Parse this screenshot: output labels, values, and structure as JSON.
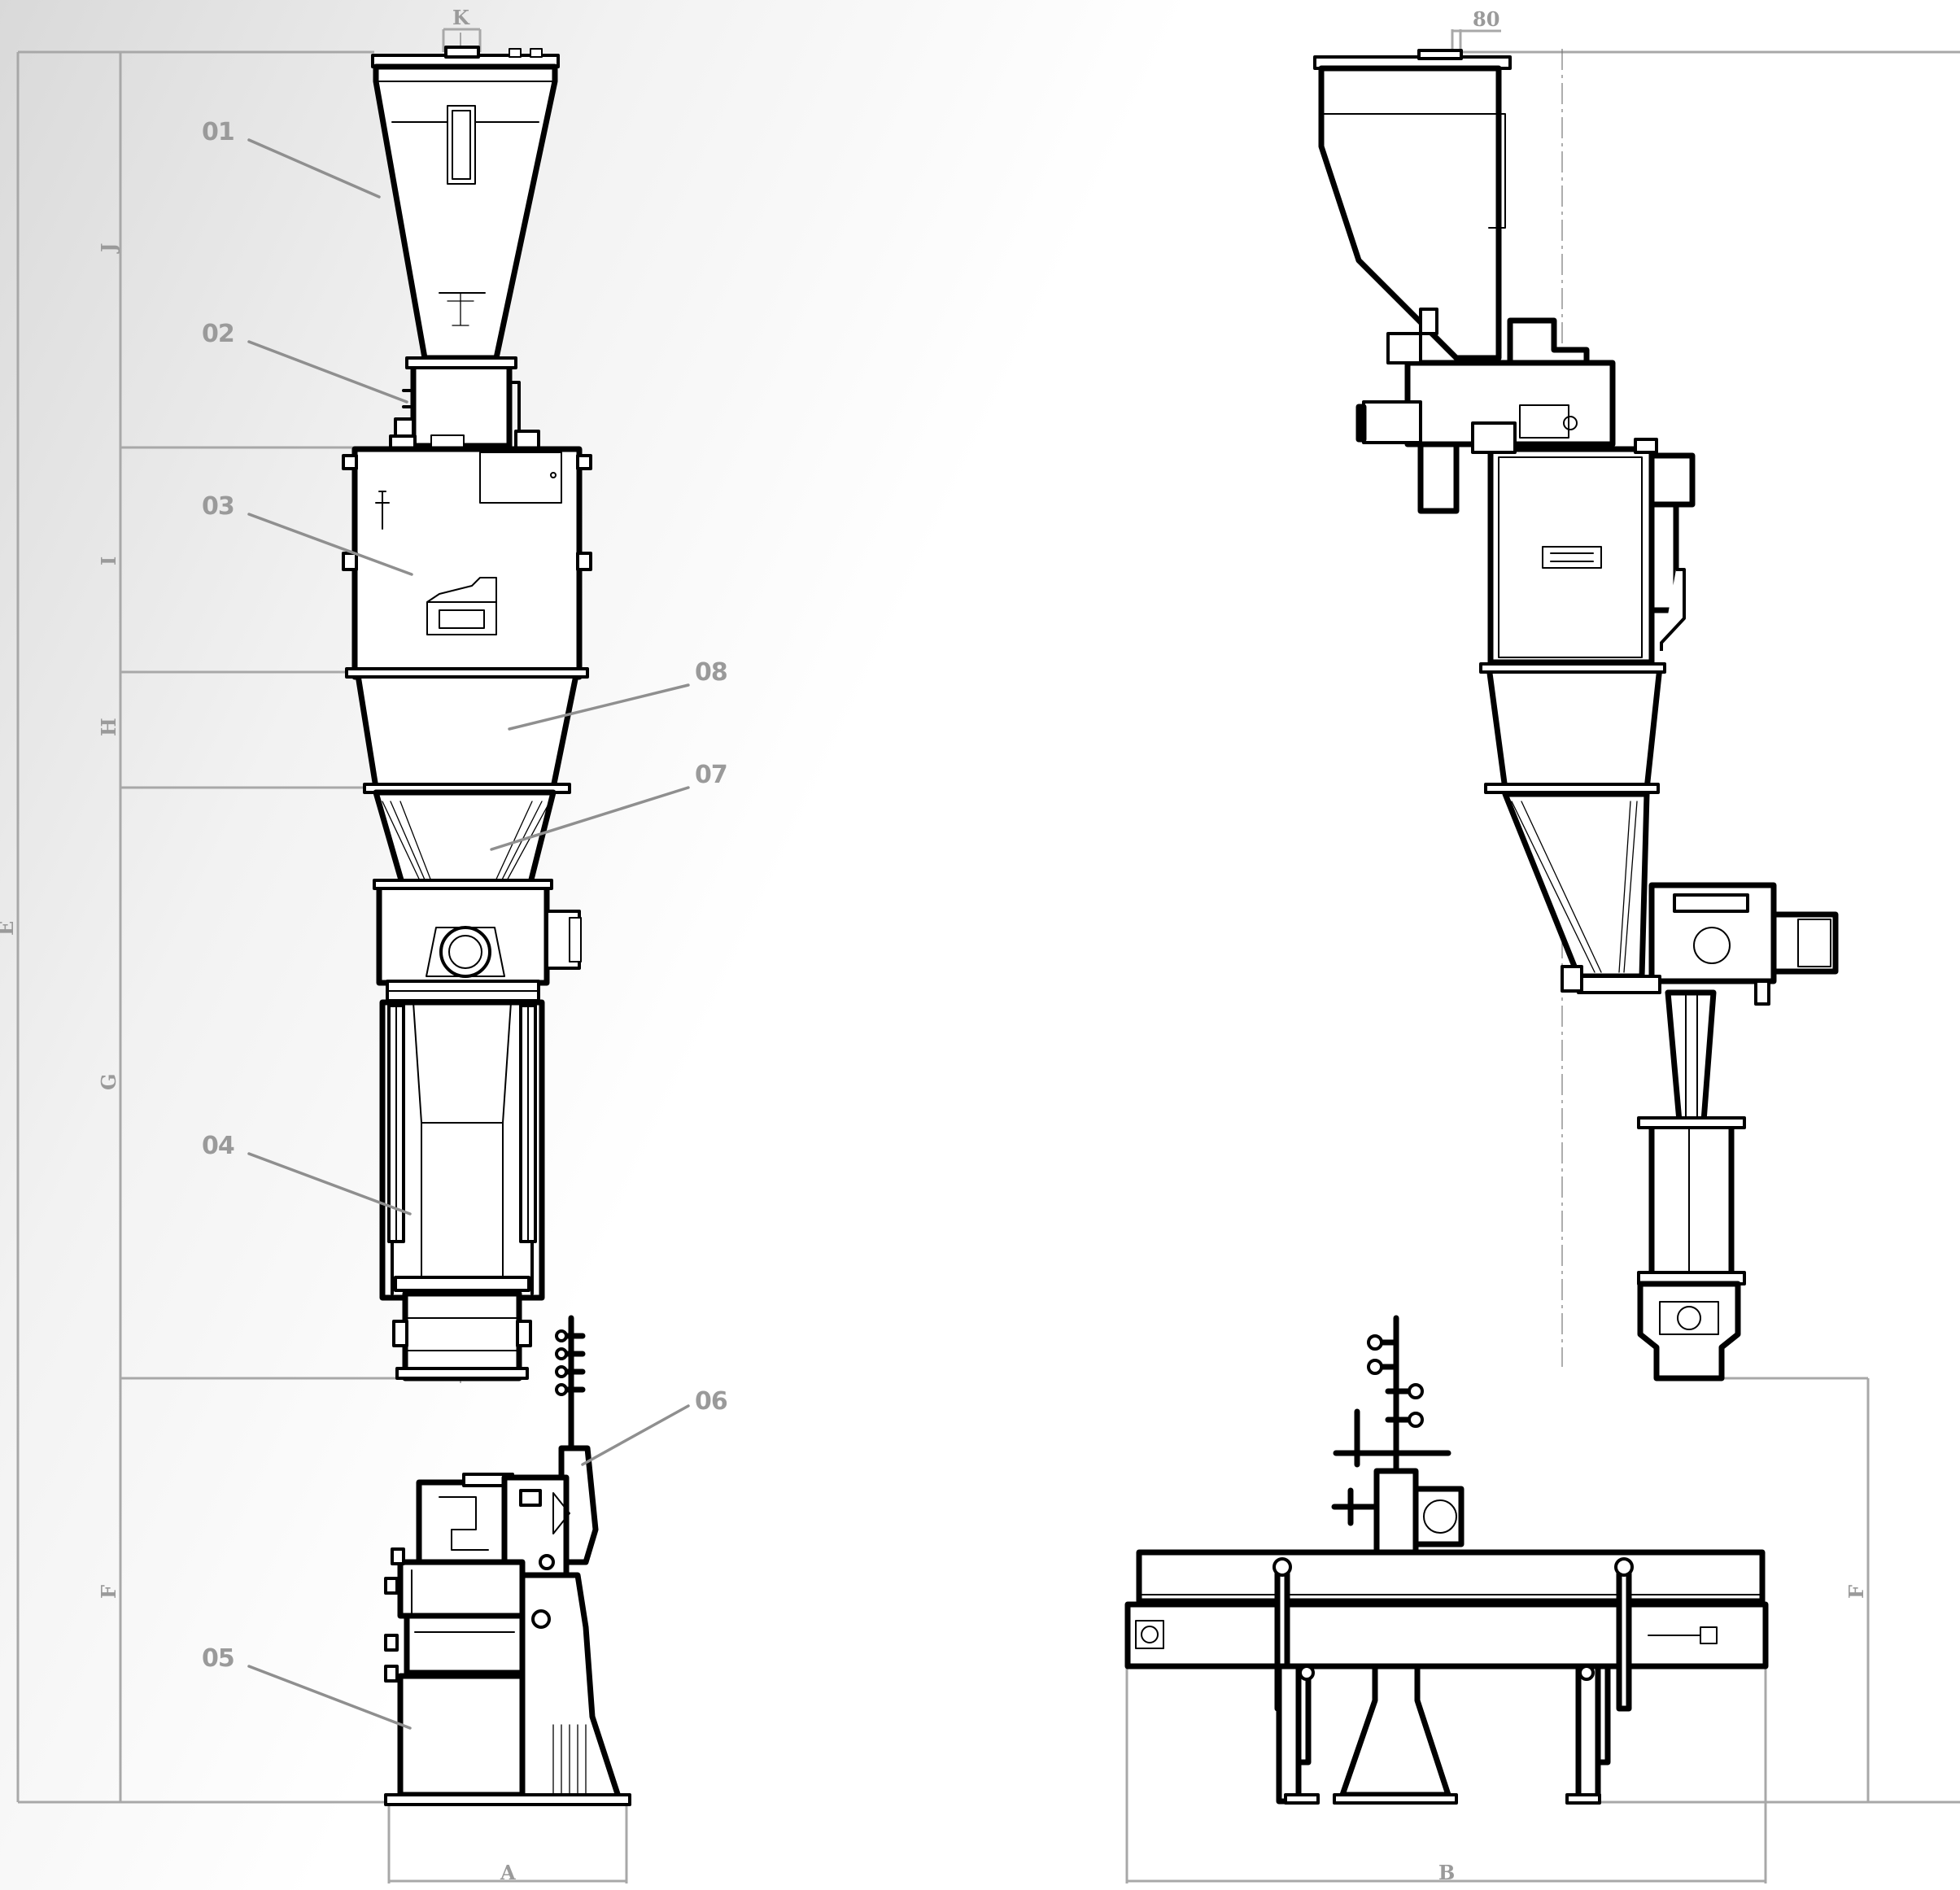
{
  "callouts": [
    {
      "id": "01",
      "label": "01"
    },
    {
      "id": "02",
      "label": "02"
    },
    {
      "id": "03",
      "label": "03"
    },
    {
      "id": "04",
      "label": "04"
    },
    {
      "id": "05",
      "label": "05"
    },
    {
      "id": "06",
      "label": "06"
    },
    {
      "id": "07",
      "label": "07"
    },
    {
      "id": "08",
      "label": "08"
    }
  ],
  "dimensions": {
    "A": "A",
    "B": "B",
    "E": "E",
    "F": "F",
    "F_right": "F",
    "G": "G",
    "H": "H",
    "I": "I",
    "J": "J",
    "K": "K",
    "top_offset": "80"
  },
  "colors": {
    "ink": "#000000",
    "dimension": "#a8a8a8",
    "label": "#9a9a9a"
  }
}
